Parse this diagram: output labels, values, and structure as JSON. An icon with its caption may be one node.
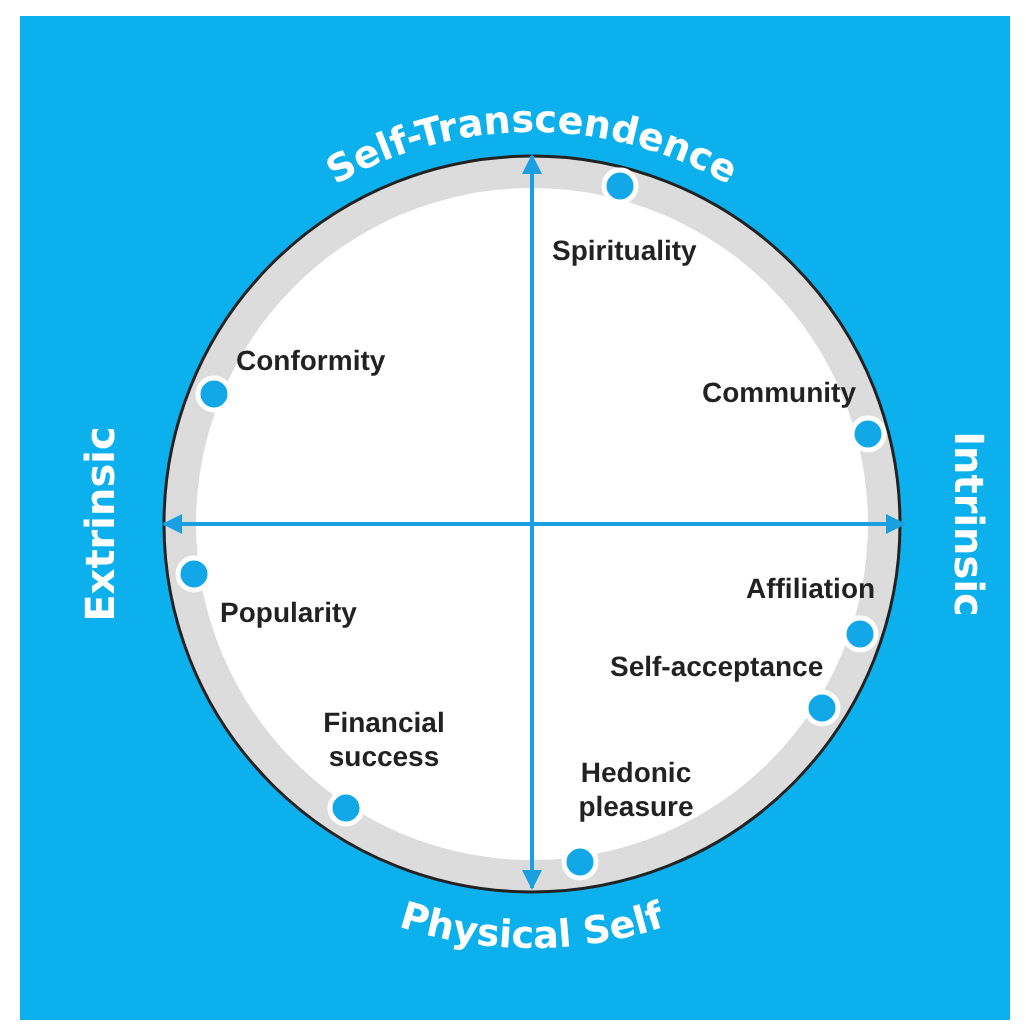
{
  "diagram": {
    "labels": [
      "Self-Transcendence",
      "Spirituality",
      "Conformity",
      "Community",
      "Extrinsic",
      "Intrinsic",
      "Affiliation",
      "Popularity",
      "Self-acceptance",
      "Financial success",
      "Hedonic pleasure",
      "Physical Self"
    ]
  }
}
